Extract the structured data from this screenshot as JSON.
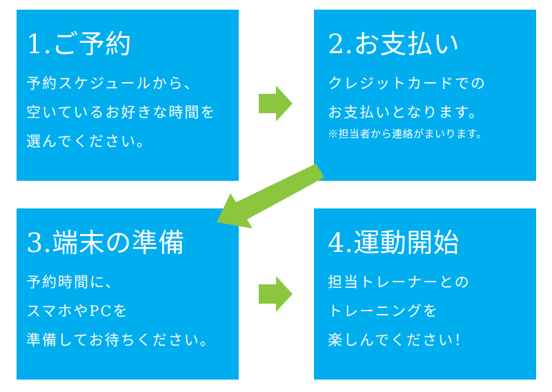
{
  "colors": {
    "box_background": "#00adef",
    "text": "#ffffff",
    "arrow": "#8cc63f",
    "page_background": "#ffffff"
  },
  "steps": [
    {
      "title": "1.ご予約",
      "lines": [
        "予約スケジュールから、",
        "空いているお好きな時間を",
        "選んでください。"
      ],
      "note": ""
    },
    {
      "title": "2.お支払い",
      "lines": [
        "クレジットカードでの",
        "お支払いとなります。"
      ],
      "note": "※担当者から連絡がまいります。"
    },
    {
      "title": "3.端末の準備",
      "lines": [
        "予約時間に、",
        "スマホやPCを",
        "準備してお待ちください。"
      ],
      "note": ""
    },
    {
      "title": "4.運動開始",
      "lines": [
        "担当トレーナーとの",
        "トレーニングを",
        "楽しんでください！"
      ],
      "note": ""
    }
  ],
  "arrows": [
    {
      "from": "step-1",
      "to": "step-2",
      "direction": "right"
    },
    {
      "from": "step-2",
      "to": "step-3",
      "direction": "down-left"
    },
    {
      "from": "step-3",
      "to": "step-4",
      "direction": "right"
    }
  ]
}
